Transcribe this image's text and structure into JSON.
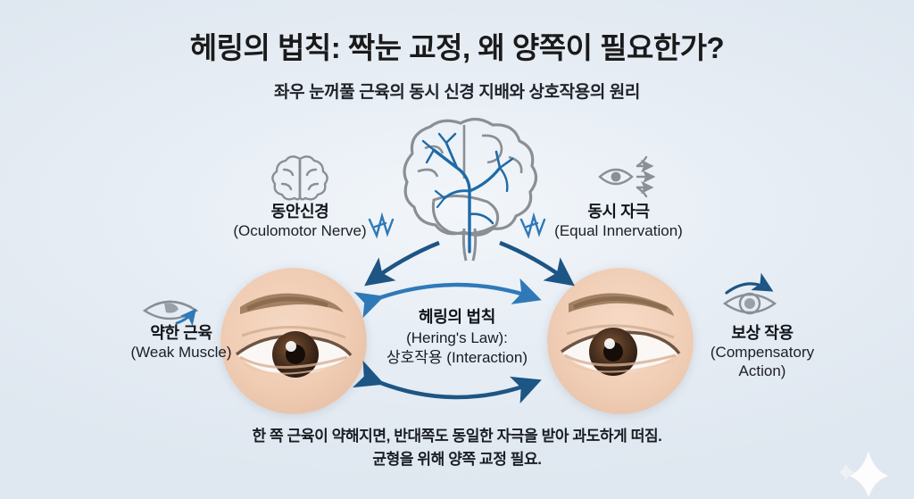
{
  "header": {
    "title": "헤링의 법칙: 짝눈 교정, 왜 양쪽이 필요한가?",
    "subtitle": "좌우 눈꺼풀 근육의 동시 신경 지배와 상호작용의 원리"
  },
  "nodes": {
    "oculomotor": {
      "icon": "brain-icon",
      "korean": "동안신경",
      "english": "(Oculomotor Nerve)"
    },
    "equal_innervation": {
      "icon": "eye-signal-icon",
      "korean": "동시 자극",
      "english": "(Equal Innervation)"
    },
    "weak_muscle": {
      "icon": "droopy-eye-up-arrow-icon",
      "korean": "약한 근육",
      "english": "(Weak Muscle)"
    },
    "compensatory": {
      "icon": "eye-over-arrow-icon",
      "korean": "보상 작용",
      "english": "(Compensatory Action)",
      "english_line1": "(Compensatory",
      "english_line2": "Action)"
    },
    "center": {
      "korean": "헤링의 법칙",
      "english": "(Hering's Law):",
      "interaction": "상호작용 (Interaction)"
    }
  },
  "illustration": {
    "brain": "brain-with-nerves-illustration",
    "eye_left": "left-eye-photo",
    "eye_right": "right-eye-photo",
    "spark_left": "nerve-impulse-spark-icon",
    "spark_right": "nerve-impulse-spark-icon",
    "arc_top": "bidirectional-arc-arrow-top",
    "arc_bottom": "bidirectional-arc-arrow-bottom",
    "sparkle": "sparkle-watermark-icon"
  },
  "caption": {
    "line1": "한 쪽 근육이 약해지면, 반대쪽도 동일한 자극을 받아 과도하게 떠짐.",
    "line2": "균형을 위해 양쪽 교정 필요."
  },
  "colors": {
    "background_light": "#eaf0f6",
    "background_deep": "#d9e1ea",
    "arrow_navy": "#1d5584",
    "arrow_blue": "#2f79b8",
    "icon_gray": "#8a8f96",
    "nerve_blue": "#1e6aa8",
    "text_dark": "#1a1a1a"
  }
}
